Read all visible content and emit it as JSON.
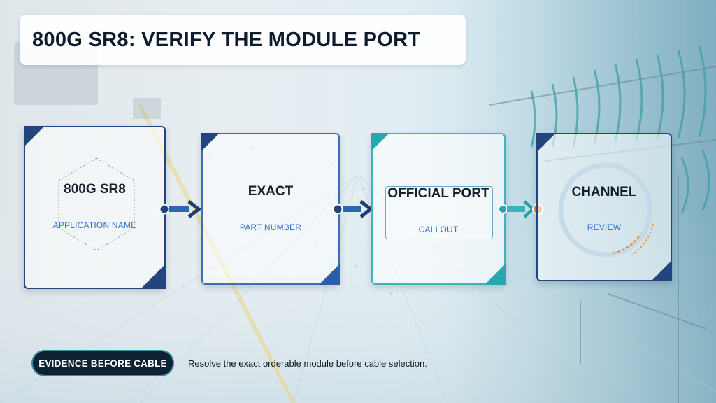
{
  "title": "800G SR8: VERIFY THE MODULE PORT",
  "colors": {
    "navy": "#22457d",
    "teal": "#27a7b0",
    "accent_blue": "#2f6fd1",
    "accent_orange": "#e98a2c",
    "pill_bg": "#0e2234"
  },
  "steps": [
    {
      "title": "800G SR8",
      "subtitle": "APPLICATION NAME"
    },
    {
      "title": "EXACT",
      "subtitle": "PART NUMBER"
    },
    {
      "title": "OFFICIAL PORT",
      "subtitle": "CALLOUT"
    },
    {
      "title": "CHANNEL",
      "subtitle": "REVIEW"
    }
  ],
  "footer": {
    "badge": "EVIDENCE BEFORE CABLE",
    "note": "Resolve the exact orderable module before cable selection."
  }
}
